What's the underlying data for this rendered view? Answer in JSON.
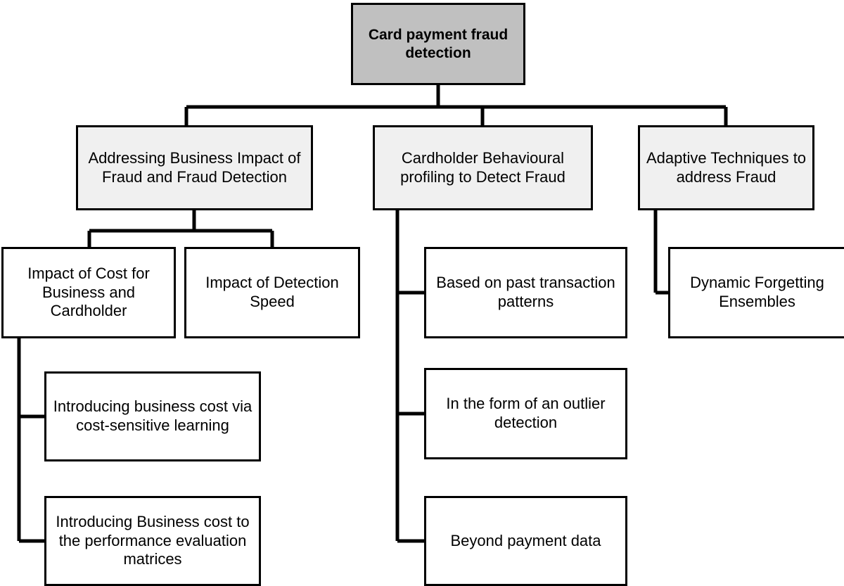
{
  "diagram": {
    "title": "Card payment fraud detection",
    "type": "hierarchy-tree",
    "colors": {
      "root_fill": "#c0c0c0",
      "level2_fill": "#f0f0f0",
      "leaf_fill": "#ffffff",
      "border": "#000000",
      "text": "#000000",
      "background": "#ffffff"
    },
    "root": {
      "label": "Card payment fraud detection"
    },
    "branches": [
      {
        "label": "Addressing Business Impact of Fraud and Fraud Detection",
        "children": [
          {
            "label": "Impact of Cost for Business and Cardholder",
            "children": [
              {
                "label": "Introducing business cost via cost-sensitive learning"
              },
              {
                "label": "Introducing Business cost to the performance evaluation matrices"
              }
            ]
          },
          {
            "label": "Impact of Detection Speed"
          }
        ]
      },
      {
        "label": "Cardholder Behavioural profiling to Detect Fraud",
        "children": [
          {
            "label": "Based on past transaction patterns"
          },
          {
            "label": "In the form of an outlier detection"
          },
          {
            "label": "Beyond payment data"
          }
        ]
      },
      {
        "label": "Adaptive Techniques to address Fraud",
        "children": [
          {
            "label": "Dynamic Forgetting Ensembles"
          }
        ]
      }
    ]
  }
}
